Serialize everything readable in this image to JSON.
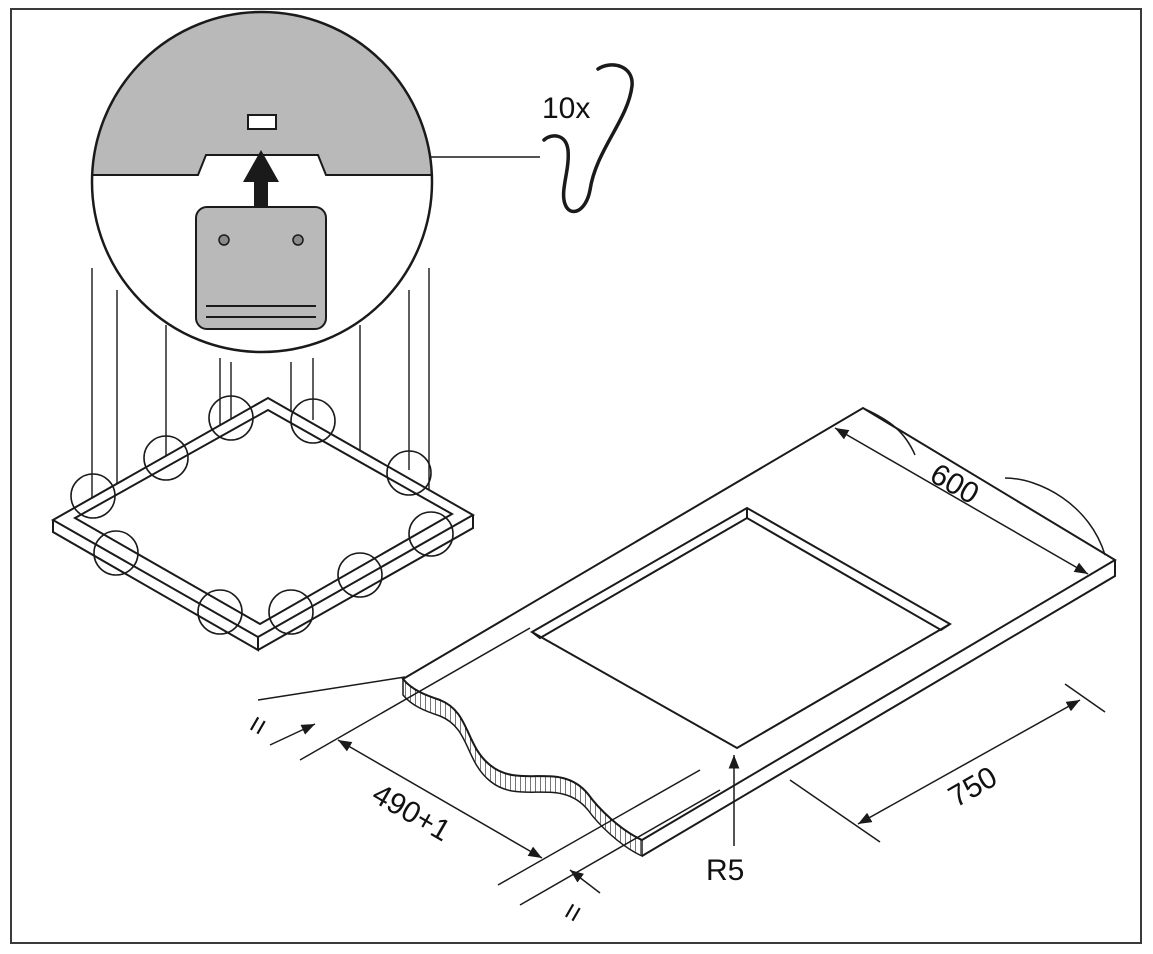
{
  "labels": {
    "quantity": "10x",
    "depth": "600",
    "width": "750",
    "cutout": "490+1",
    "radius": "R5",
    "equal_left": "=",
    "equal_right": "="
  },
  "colors": {
    "line": "#1a1a1a",
    "fill_gray": "#b9b9b9",
    "frame": "#3a3a3a",
    "background": "#ffffff"
  }
}
